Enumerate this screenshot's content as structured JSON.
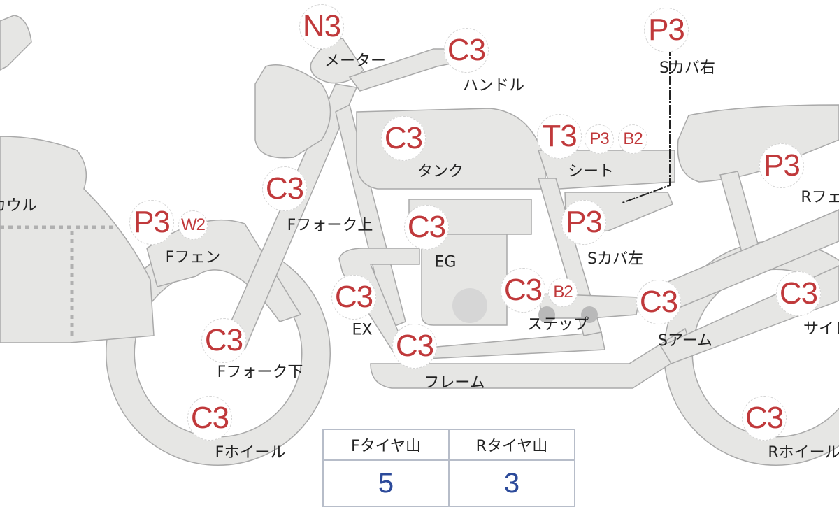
{
  "parts": [
    {
      "id": "meter",
      "label": "メーター",
      "grades": [
        "N3"
      ]
    },
    {
      "id": "handle",
      "label": "ハンドル",
      "grades": [
        "C3"
      ]
    },
    {
      "id": "side-cover-right",
      "label": "Sカバ右",
      "grades": [
        "P3"
      ]
    },
    {
      "id": "tank",
      "label": "タンク",
      "grades": [
        "C3"
      ]
    },
    {
      "id": "seat",
      "label": "シート",
      "grades": [
        "T3",
        "P3",
        "B2"
      ]
    },
    {
      "id": "rear-fender",
      "label": "Rフェ",
      "grades": [
        "P3"
      ]
    },
    {
      "id": "fork-upper",
      "label": "Fフォーク上",
      "grades": [
        "C3"
      ]
    },
    {
      "id": "cowl",
      "label": "カウル",
      "grades": []
    },
    {
      "id": "front-fender",
      "label": "Fフェン",
      "grades": [
        "P3",
        "W2"
      ]
    },
    {
      "id": "engine",
      "label": "EG",
      "grades": [
        "C3"
      ]
    },
    {
      "id": "side-cover-left",
      "label": "Sカバ左",
      "grades": [
        "P3"
      ]
    },
    {
      "id": "step",
      "label": "ステップ",
      "grades": [
        "C3",
        "B2"
      ]
    },
    {
      "id": "exhaust",
      "label": "EX",
      "grades": [
        "C3"
      ]
    },
    {
      "id": "swing-arm",
      "label": "Sアーム",
      "grades": [
        "C3"
      ]
    },
    {
      "id": "silencer",
      "label": "サイレ",
      "grades": [
        "C3"
      ]
    },
    {
      "id": "fork-lower",
      "label": "Fフォーク下",
      "grades": [
        "C3"
      ]
    },
    {
      "id": "frame",
      "label": "フレーム",
      "grades": [
        "C3"
      ]
    },
    {
      "id": "front-wheel",
      "label": "Fホイール",
      "grades": [
        "C3"
      ]
    },
    {
      "id": "rear-wheel",
      "label": "Rホイール",
      "grades": [
        "C3"
      ]
    }
  ],
  "tire_table": {
    "front_header": "Fタイヤ山",
    "rear_header": "Rタイヤ山",
    "front_value": "5",
    "rear_value": "3"
  },
  "colors": {
    "grade": "#c0393b",
    "value": "#2c4a9a",
    "part": "#e6e6e4"
  }
}
